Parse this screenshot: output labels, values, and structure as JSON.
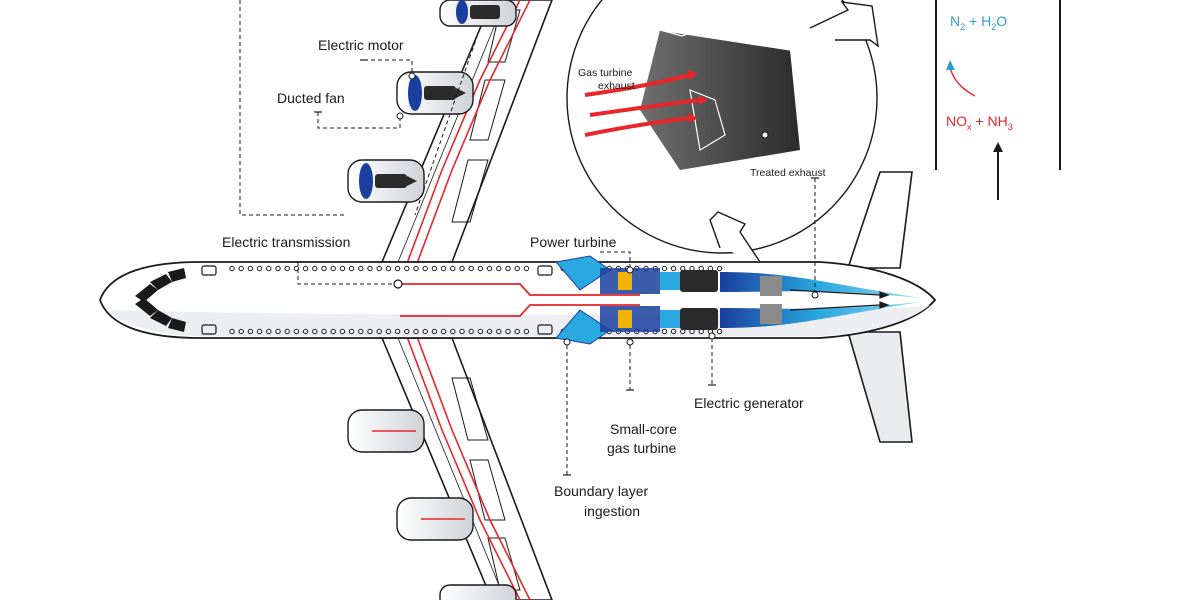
{
  "labels": {
    "electric_motor": "Electric motor",
    "ducted_fan": "Ducted fan",
    "electric_transmission": "Electric transmission",
    "power_turbine": "Power turbine",
    "electric_generator": "Electric generator",
    "small_core_line1": "Small-core",
    "small_core_line2": "gas turbine",
    "boundary_line1": "Boundary layer",
    "boundary_line2": "ingestion",
    "gas_turbine_exhaust_line1": "Gas turbine",
    "gas_turbine_exhaust_line2": "exhaust",
    "treated_exhaust": "Treated exhaust"
  },
  "chemistry": {
    "products": {
      "n2": "N",
      "n2_sub": "2",
      "plus": " + H",
      "h2o_sub": "2",
      "o": "O",
      "color": "#2a9fd6"
    },
    "reactants": {
      "no": "NO",
      "no_sub": "x",
      "plus": " + NH",
      "nh_sub": "3",
      "color": "#e8262b"
    }
  },
  "colors": {
    "wire": "#e8262b",
    "flow": "#2aa8e0",
    "flow_dark": "#1a3f9e",
    "outline": "#1a1a1a"
  }
}
